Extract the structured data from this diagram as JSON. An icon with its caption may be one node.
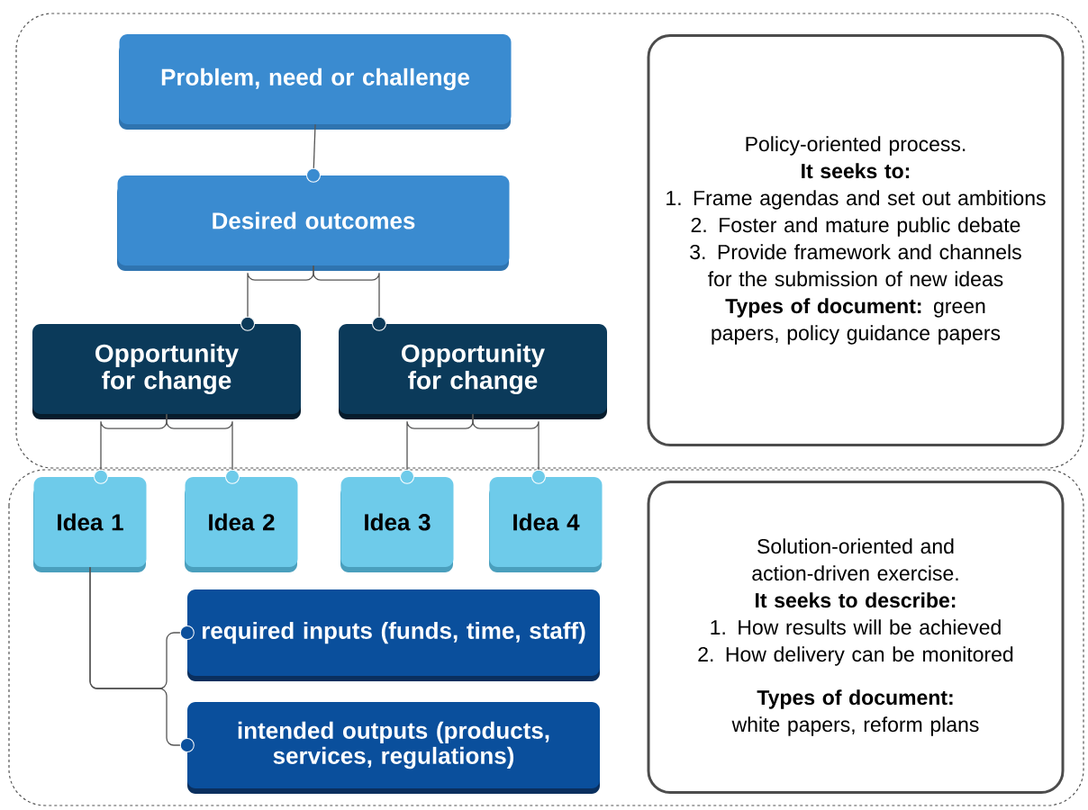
{
  "diagram": {
    "nodes": [
      {
        "text": [
          "Problem, need or challenge"
        ]
      },
      {
        "text": [
          "Desired outcomes"
        ]
      },
      {
        "text": [
          "Opportunity for change"
        ]
      },
      {
        "text": [
          "Opportunity for change"
        ]
      },
      {
        "text": [
          "Policy-oriented process.",
          "It seeks to:",
          "1. Frame agendas and set out ambitions",
          "2. Foster and mature public debate",
          "3. Provide framework and channels for the submission of new ideas",
          "**Types of document:** green papers, policy guidance papers"
        ]
      },
      {
        "text": [
          "Idea 1"
        ]
      },
      {
        "text": [
          "Idea 2"
        ]
      },
      {
        "text": [
          "Idea 3"
        ]
      },
      {
        "text": [
          "Idea 4"
        ]
      },
      {
        "text": [
          "required inputs (funds, time, staff)"
        ]
      },
      {
        "text": [
          "intended outputs (products, services, regulations)"
        ]
      },
      {
        "text": [
          "Solution-oriented and action-driven exercise.",
          "It seeks to describe:",
          "1. How results will be achieved",
          "2. How delivery can be monitored",
          "**Types of document:** white papers, reform plans"
        ]
      }
    ],
    "edges": [
      {
        "from": 0,
        "to": 1,
        "arrow": "other"
      },
      {
        "from": 1,
        "to": 2,
        "arrow": "other"
      },
      {
        "from": 1,
        "to": 3,
        "arrow": "other"
      },
      {
        "from": 2,
        "to": 5,
        "arrow": "other"
      },
      {
        "from": 2,
        "to": 6,
        "arrow": "other"
      },
      {
        "from": 3,
        "to": 7,
        "arrow": "other"
      },
      {
        "from": 3,
        "to": 8,
        "arrow": "other"
      },
      {
        "from": 5,
        "to": 9,
        "arrow": "other"
      },
      {
        "from": 5,
        "to": 10,
        "arrow": "other"
      }
    ]
  }
}
